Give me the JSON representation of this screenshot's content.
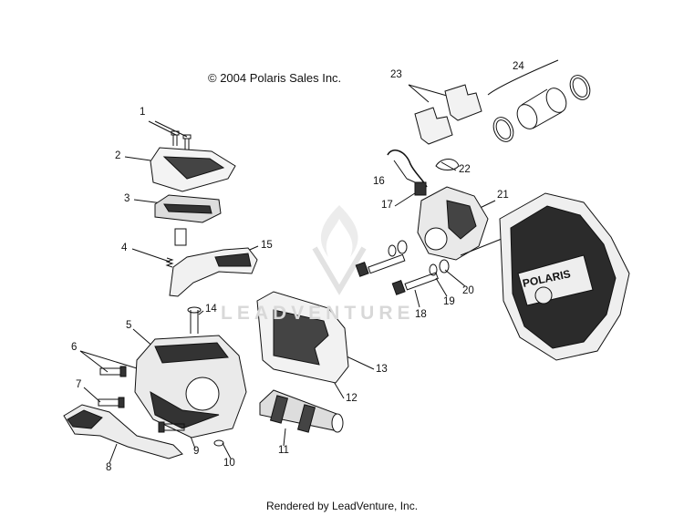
{
  "header": {
    "copyright": "© 2004 Polaris Sales Inc."
  },
  "footer": {
    "rendered_by": "Rendered by LeadVenture, Inc."
  },
  "watermark": {
    "text": "LEADVENTURE"
  },
  "brand": {
    "cover_logo": "POLARIS"
  },
  "callouts": {
    "c1": "1",
    "c2": "2",
    "c3": "3",
    "c4": "4",
    "c5": "5",
    "c6": "6",
    "c7": "7",
    "c8": "8",
    "c9": "9",
    "c10": "10",
    "c11": "11",
    "c12": "12",
    "c13": "13",
    "c14": "14",
    "c15": "15",
    "c16": "16",
    "c17": "17",
    "c18": "18",
    "c19": "19",
    "c20": "20",
    "c21": "21",
    "c22": "22",
    "c23": "23",
    "c24": "24"
  }
}
